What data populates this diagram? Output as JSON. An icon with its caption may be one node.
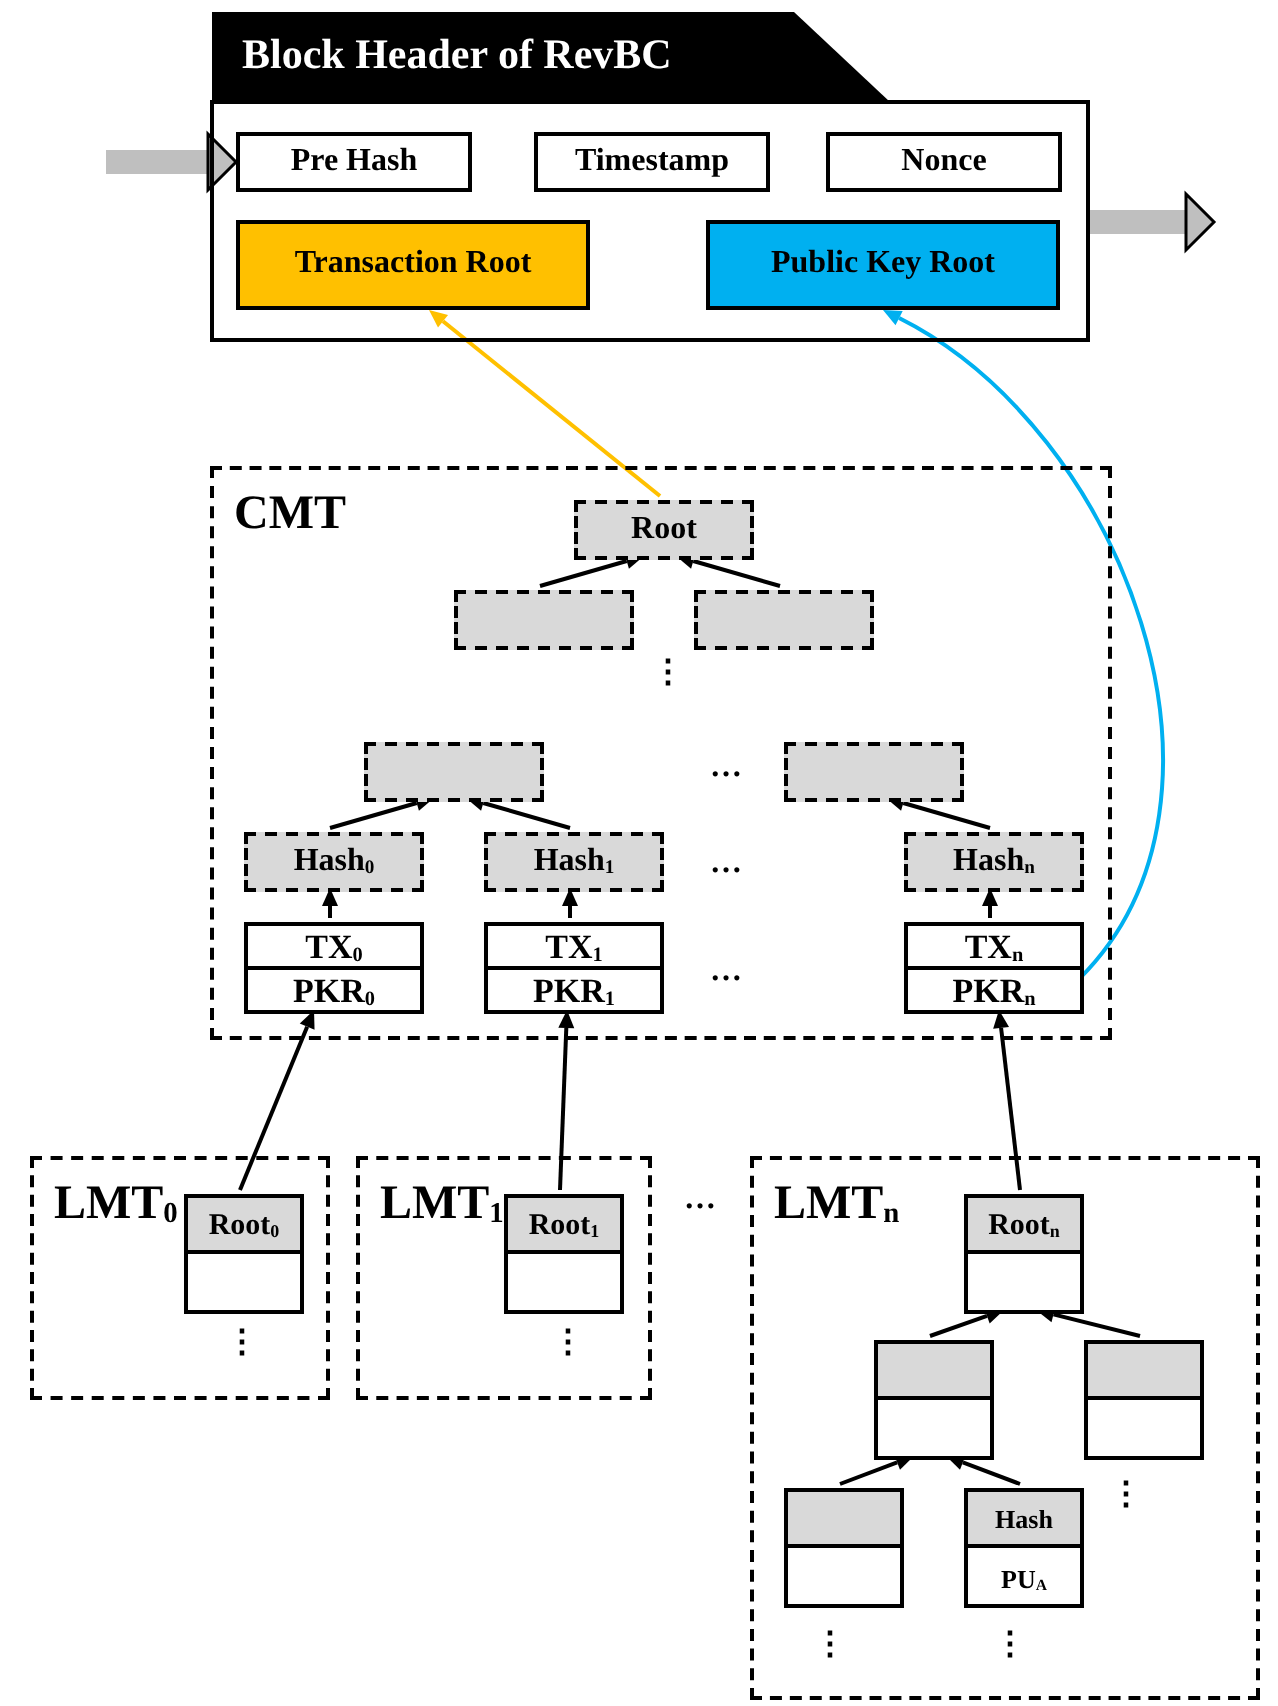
{
  "diagram": {
    "nodes": [
      {
        "text": [
          "Block Header of RevBC"
        ]
      },
      {
        "text": [
          "Pre Hash"
        ],
        "in": 0
      },
      {
        "text": [
          "Timestamp"
        ],
        "in": 0
      },
      {
        "text": [
          "Nonce"
        ],
        "in": 0
      },
      {
        "text": [
          "Transaction Root"
        ],
        "in": 0
      },
      {
        "text": [
          "Public Key Root"
        ],
        "in": 0
      },
      {
        "text": [
          "CMT"
        ]
      },
      {
        "text": [
          "Root"
        ],
        "in": 6
      },
      {
        "text": [],
        "shape": "box",
        "in": 6
      },
      {
        "text": [],
        "shape": "box",
        "in": 6
      },
      {
        "text": [],
        "shape": "box",
        "in": 6
      },
      {
        "text": [],
        "shape": "box",
        "in": 6
      },
      {
        "text": [
          "Hash$_{0}$"
        ],
        "in": 6
      },
      {
        "text": [
          "Hash$_{1}$"
        ],
        "in": 6
      },
      {
        "text": [
          "Hash$_{n}$"
        ],
        "in": 6
      },
      {
        "text": [
          "TX$_{0}$",
          "PKR$_{0}$"
        ],
        "in": 6
      },
      {
        "text": [
          "TX$_{1}$",
          "PKR$_{1}$"
        ],
        "in": 6
      },
      {
        "text": [
          "TX$_{n}$",
          "PKR$_{n}$"
        ],
        "in": 6
      },
      {
        "text": [
          "LMT$_{0}$"
        ]
      },
      {
        "text": [
          "Root$_{0}$"
        ],
        "in": 18
      },
      {
        "text": [
          "LMT$_{1}$"
        ]
      },
      {
        "text": [
          "Root$_{1}$"
        ],
        "in": 20
      },
      {
        "text": [
          "LMT$_{n}$"
        ]
      },
      {
        "text": [
          "Root$_{n}$"
        ],
        "in": 22
      },
      {
        "text": [],
        "shape": "box",
        "in": 22
      },
      {
        "text": [],
        "shape": "box",
        "in": 22
      },
      {
        "text": [],
        "shape": "box",
        "in": 22
      },
      {
        "text": [
          "Hash",
          "PU$_{A}$"
        ],
        "in": 22
      }
    ],
    "edges": [
      {
        "from": null,
        "to": 1,
        "arrow": "to",
        "style": "thick",
        "color": "#bfbfbf"
      },
      {
        "from": 0,
        "to": null,
        "arrow": "to",
        "style": "thick",
        "color": "#bfbfbf"
      },
      {
        "from": 7,
        "to": 4,
        "arrow": "to",
        "color": "#ffc000"
      },
      {
        "from": 17,
        "to": 5,
        "arrow": "to",
        "color": "#00b0f0"
      },
      {
        "from": 8,
        "to": 7,
        "arrow": "to"
      },
      {
        "from": 9,
        "to": 7,
        "arrow": "to"
      },
      {
        "from": 12,
        "to": 10,
        "arrow": "to"
      },
      {
        "from": 13,
        "to": 10,
        "arrow": "to"
      },
      {
        "from": 14,
        "to": 11,
        "arrow": "to"
      },
      {
        "from": 15,
        "to": 12,
        "arrow": "to"
      },
      {
        "from": 16,
        "to": 13,
        "arrow": "to"
      },
      {
        "from": 17,
        "to": 14,
        "arrow": "to"
      },
      {
        "from": 19,
        "to": 15,
        "arrow": "to"
      },
      {
        "from": 21,
        "to": 16,
        "arrow": "to"
      },
      {
        "from": 23,
        "to": 17,
        "arrow": "to"
      },
      {
        "from": 24,
        "to": 23,
        "arrow": "to"
      },
      {
        "from": 25,
        "to": 23,
        "arrow": "to"
      },
      {
        "from": 26,
        "to": 24,
        "arrow": "to"
      },
      {
        "from": 27,
        "to": 24,
        "arrow": "to"
      }
    ],
    "labels": [
      "⋮",
      "…",
      "…",
      "…",
      "…",
      "⋮",
      "⋮",
      "⋮",
      "⋮",
      "⋮"
    ]
  }
}
